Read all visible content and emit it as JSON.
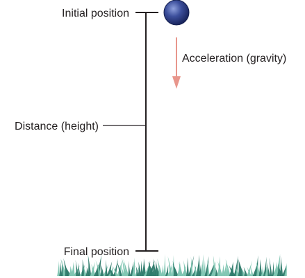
{
  "labels": {
    "initial": "Initial position",
    "final": "Final position",
    "distance": "Distance (height)",
    "acceleration": "Acceleration (gravity)"
  },
  "colors": {
    "line": "#231f20",
    "arrow": "#e8968c",
    "ball_dark": "#1b2a66",
    "ball_light": "#6a80c8",
    "grass_dark": "#2d7a6a",
    "grass_light": "#7cc4b0"
  }
}
